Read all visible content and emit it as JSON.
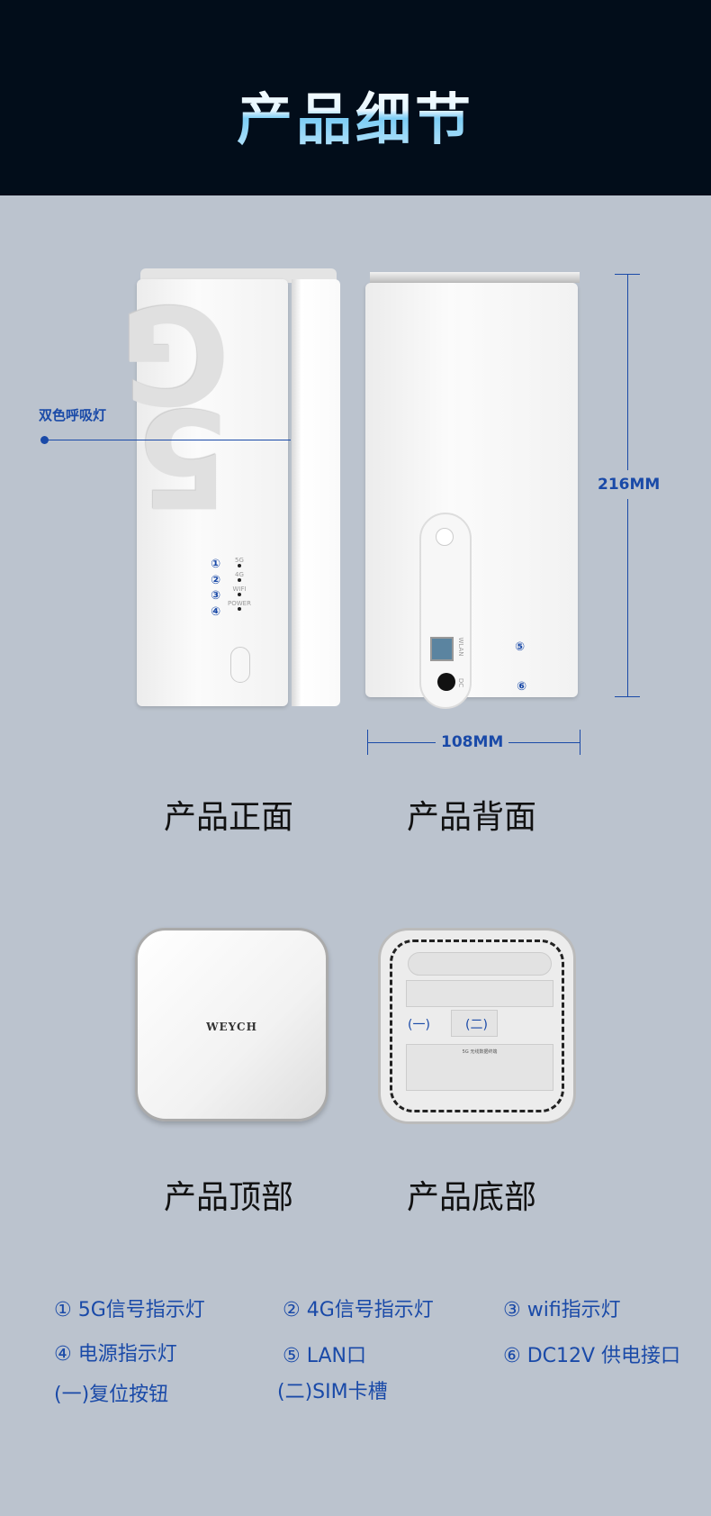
{
  "header": {
    "title": "产品细节"
  },
  "front": {
    "caption": "产品正面",
    "callout": "双色呼吸灯",
    "led_labels": [
      "5G",
      "4G",
      "WIFI",
      "POWER"
    ],
    "numbers": [
      "①",
      "②",
      "③",
      "④"
    ]
  },
  "back": {
    "caption": "产品背面",
    "port_labels": [
      "WLAN",
      "DC"
    ],
    "numbers": [
      "⑤",
      "⑥"
    ]
  },
  "dimensions": {
    "height": "216MM",
    "width": "108MM"
  },
  "top": {
    "caption": "产品顶部",
    "brand": "WEYCH"
  },
  "bottom": {
    "caption": "产品底部",
    "markers": [
      "(一)",
      "(二)"
    ],
    "label_title": "5G 无线数据终端"
  },
  "legend": {
    "items": [
      "① 5G信号指示灯",
      "② 4G信号指示灯",
      "③ wifi指示灯",
      "④ 电源指示灯",
      "⑤ LAN口",
      "⑥ DC12V 供电接口",
      "(一)复位按钮",
      "(二)SIM卡槽"
    ]
  },
  "colors": {
    "header_bg": "#020d1a",
    "page_bg": "#bbc3ce",
    "accent": "#1a4aa8"
  }
}
